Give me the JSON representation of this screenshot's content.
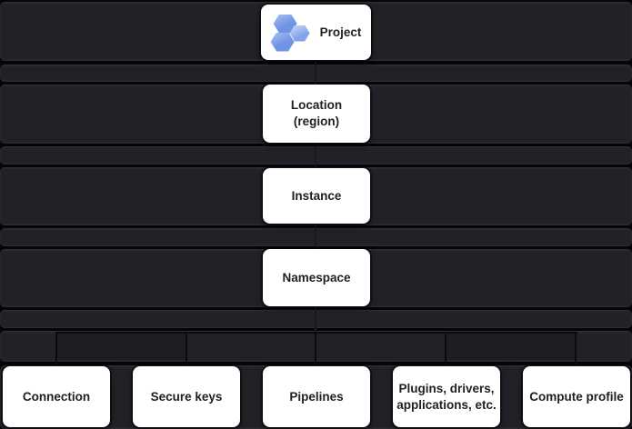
{
  "diagram": {
    "levels": [
      {
        "id": "project",
        "label": "Project",
        "icon": "project-hexagons-icon"
      },
      {
        "id": "location",
        "label": "Location (region)"
      },
      {
        "id": "instance",
        "label": "Instance"
      },
      {
        "id": "namespace",
        "label": "Namespace"
      }
    ],
    "children": [
      {
        "label": "Connection"
      },
      {
        "label": "Secure keys"
      },
      {
        "label": "Pipelines"
      },
      {
        "label": "Plugins, drivers, applications, etc."
      },
      {
        "label": "Compute profile"
      }
    ],
    "colors": {
      "background": "#040507",
      "band": "#212227",
      "box_bg": "#ffffff",
      "box_text": "#202124",
      "hexagon_blue": "#6f94e6",
      "hexagon_blue_light": "#a8bff1",
      "connector": "#0a0b0d"
    }
  }
}
